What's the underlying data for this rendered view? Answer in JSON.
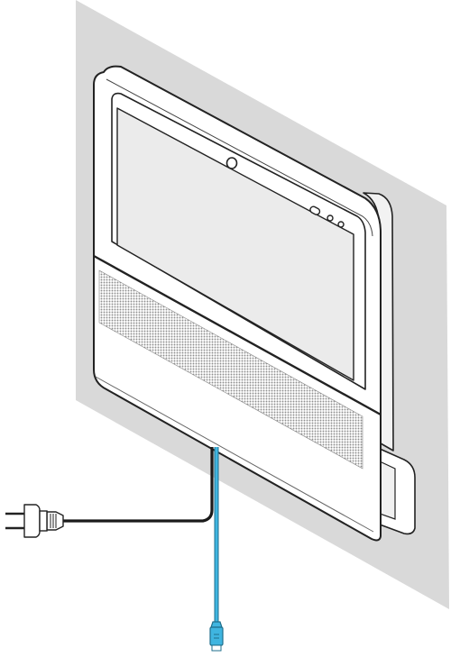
{
  "figure": {
    "subject": "wall-mounted-indoor-monitor-installation",
    "colors": {
      "wall": "#d9d9d9",
      "outline": "#222222",
      "device_body": "#ffffff",
      "screen": "#ebebeb",
      "speaker_grille": "#9a9a9a",
      "power_cable": "#1a1a1a",
      "network_cable": "#3fb5e0",
      "network_cable_outline": "#1f6f8c"
    },
    "parts": [
      "wall-panel",
      "monitor-housing",
      "touch-screen",
      "front-camera",
      "indicator-leds",
      "speaker-grille",
      "mounting-bracket",
      "power-cable",
      "power-plug",
      "network-cable",
      "rj45-connector"
    ]
  }
}
